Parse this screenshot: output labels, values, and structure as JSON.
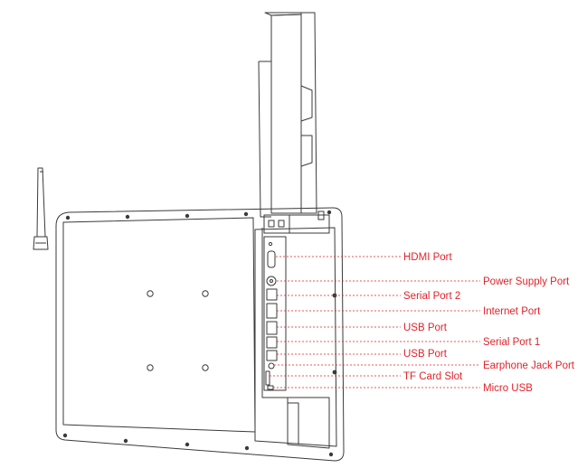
{
  "colors": {
    "line_art": "#3a3a3a",
    "callout": "#e0232a",
    "background": "#ffffff"
  },
  "callouts": [
    {
      "id": "hdmi",
      "label": "HDMI Port"
    },
    {
      "id": "power",
      "label": "Power Supply Port"
    },
    {
      "id": "serial2",
      "label": "Serial Port 2"
    },
    {
      "id": "internet",
      "label": "Internet Port"
    },
    {
      "id": "usb1",
      "label": "USB Port"
    },
    {
      "id": "serial1",
      "label": "Serial Port 1"
    },
    {
      "id": "usb2",
      "label": "USB Port"
    },
    {
      "id": "earphone",
      "label": "Earphone Jack Port"
    },
    {
      "id": "tfcard",
      "label": "TF Card Slot"
    },
    {
      "id": "microusb",
      "label": "Micro USB"
    }
  ]
}
